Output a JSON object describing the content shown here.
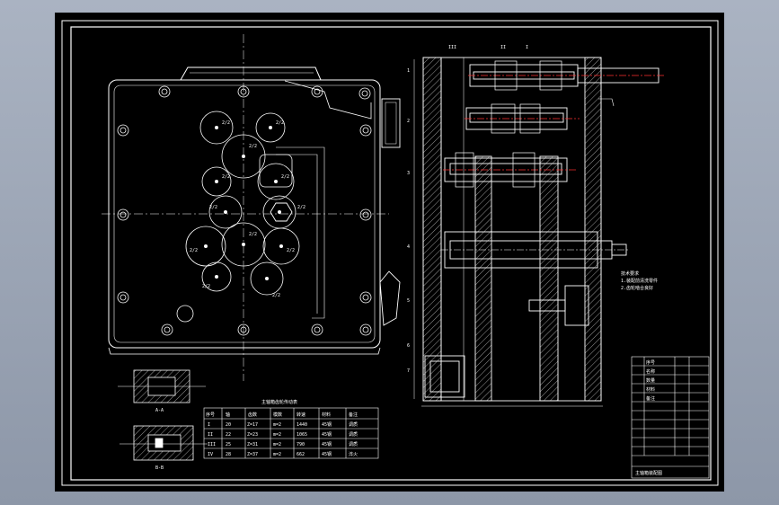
{
  "drawing": {
    "colors": {
      "background": "#000000",
      "line": "#ffffff",
      "centerline": "#ff3030",
      "hatch": "#ffffff",
      "outer_window": "#9aa3b3"
    },
    "plan_view": {
      "gear_labels": [
        "2/2",
        "2/2",
        "2/2",
        "2/2",
        "2/2",
        "2/2",
        "2/2",
        "2/2",
        "2/2",
        "2/2",
        "2/2",
        "2/2"
      ]
    },
    "section_view": {
      "column_marks": [
        "III",
        "II",
        "I"
      ],
      "part_numbers_left": [
        "1",
        "2",
        "3",
        "4",
        "5",
        "6",
        "7"
      ]
    },
    "notes": {
      "technical_requirements": [
        "技术要求",
        "1.装配前清洗零件",
        "2.齿轮啮合良好"
      ]
    },
    "gear_table": {
      "title": "主轴箱齿轮传动表",
      "headers": [
        "序号",
        "轴",
        "齿数",
        "模数",
        "转速",
        "材料",
        "备注"
      ],
      "rows": [
        [
          "I",
          "20",
          "Z=17",
          "m=2",
          "1440",
          "45钢",
          "调质"
        ],
        [
          "II",
          "22",
          "Z=23",
          "m=2",
          "1065",
          "45钢",
          "调质"
        ],
        [
          "III",
          "25",
          "Z=31",
          "m=2",
          "790",
          "45钢",
          "调质"
        ],
        [
          "IV",
          "28",
          "Z=37",
          "m=2",
          "662",
          "45钢",
          "淬火"
        ]
      ]
    },
    "detail_views": {
      "top_label": "A-A",
      "bottom_label": "B-B"
    },
    "title_block": {
      "title": "主轴箱装配图",
      "rows": [
        "序号",
        "名称",
        "数量",
        "材料",
        "备注",
        "",
        "",
        "",
        "",
        "",
        "",
        ""
      ]
    }
  }
}
